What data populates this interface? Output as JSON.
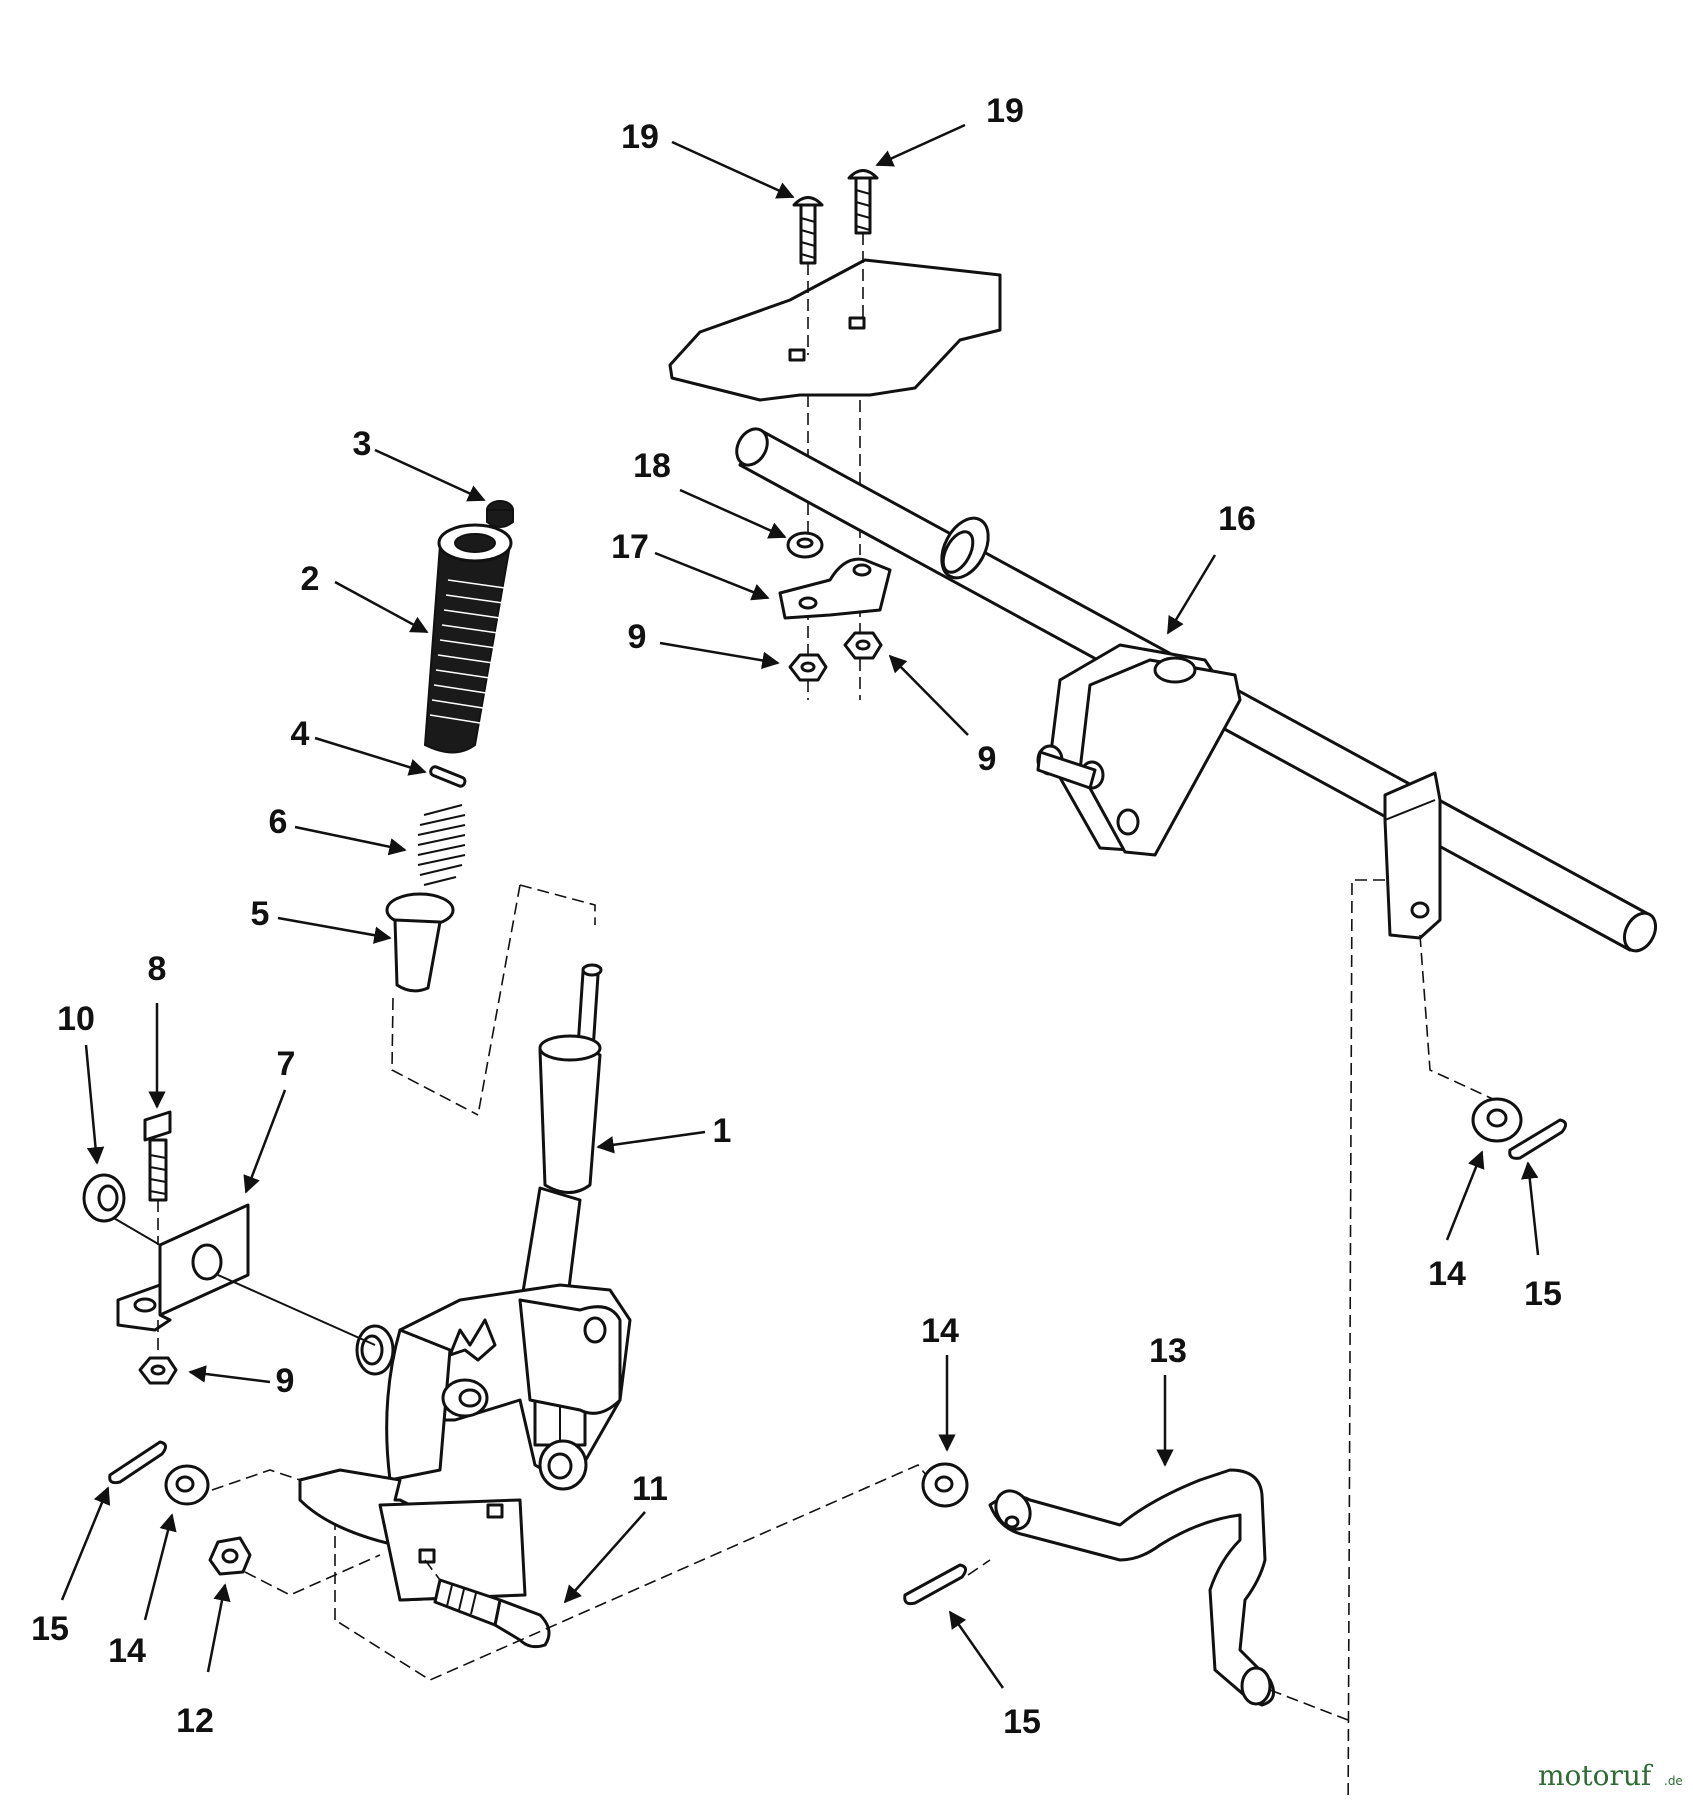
{
  "callouts": [
    {
      "id": "c19a",
      "label": "19"
    },
    {
      "id": "c19b",
      "label": "19"
    },
    {
      "id": "c18",
      "label": "18"
    },
    {
      "id": "c17",
      "label": "17"
    },
    {
      "id": "c16",
      "label": "16"
    },
    {
      "id": "c9a",
      "label": "9"
    },
    {
      "id": "c9b",
      "label": "9"
    },
    {
      "id": "c9c",
      "label": "9"
    },
    {
      "id": "c3",
      "label": "3"
    },
    {
      "id": "c2",
      "label": "2"
    },
    {
      "id": "c4",
      "label": "4"
    },
    {
      "id": "c6",
      "label": "6"
    },
    {
      "id": "c5",
      "label": "5"
    },
    {
      "id": "c8",
      "label": "8"
    },
    {
      "id": "c10",
      "label": "10"
    },
    {
      "id": "c7",
      "label": "7"
    },
    {
      "id": "c1",
      "label": "1"
    },
    {
      "id": "c11",
      "label": "11"
    },
    {
      "id": "c12",
      "label": "12"
    },
    {
      "id": "c14a",
      "label": "14"
    },
    {
      "id": "c15a",
      "label": "15"
    },
    {
      "id": "c14b",
      "label": "14"
    },
    {
      "id": "c15b",
      "label": "15"
    },
    {
      "id": "c14c",
      "label": "14"
    },
    {
      "id": "c13",
      "label": "13"
    },
    {
      "id": "c15c",
      "label": "15"
    }
  ],
  "watermark": {
    "brand": "motoruf",
    "suffix": ".de"
  }
}
